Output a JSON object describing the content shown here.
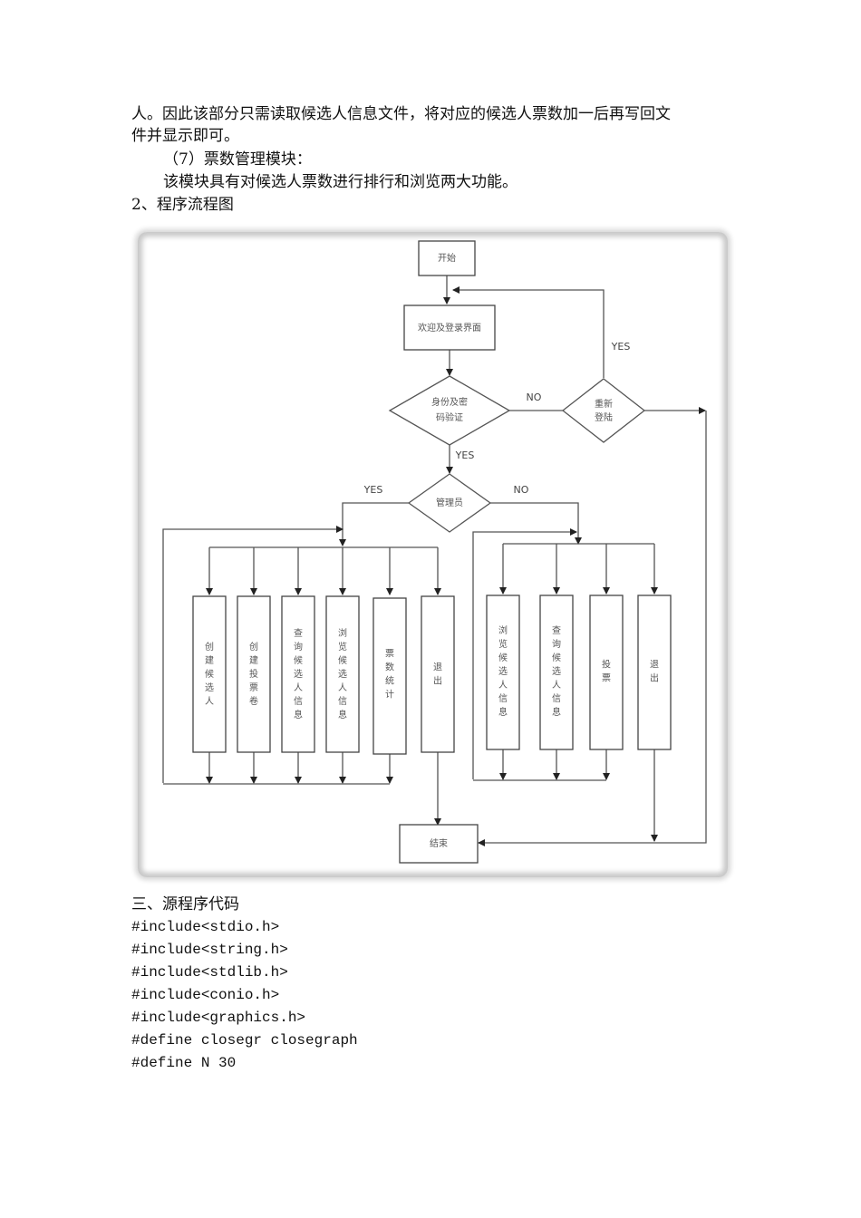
{
  "paragraphs": [
    "人。因此该部分只需读取候选人信息文件，将对应的候选人票数加一后再写回文",
    "件并显示即可。",
    "（7）票数管理模块：",
    "该模块具有对候选人票数进行排行和浏览两大功能。",
    "2、程序流程图"
  ],
  "flowchart": {
    "start": "开始",
    "login_screen": "欢迎及登录界面",
    "verify": [
      "身份及密",
      "码验证"
    ],
    "relogin": [
      "重新",
      "登陆"
    ],
    "admin": "管理员",
    "labels": {
      "no_verify": "NO",
      "yes_relogin": "YES",
      "yes_verify": "YES",
      "yes_admin": "YES",
      "no_admin": "NO"
    },
    "admin_actions": [
      "创建候选人",
      "创建投票卷",
      "查询候选人信息",
      "浏览候选人信息",
      "票数统计",
      "退出"
    ],
    "user_actions": [
      "浏览候选人信息",
      "查询候选人信息",
      "投票",
      "退出"
    ],
    "end": "结束"
  },
  "section_heading": "三、源程序代码",
  "code_lines": [
    "#include<stdio.h>",
    "#include<string.h>",
    "#include<stdlib.h>",
    "#include<conio.h>",
    "#include<graphics.h>",
    "#define closegr closegraph",
    "#define N 30"
  ]
}
